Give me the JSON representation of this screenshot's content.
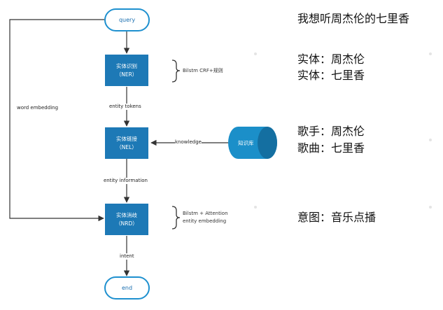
{
  "flow": {
    "start": "query",
    "end": "end",
    "ner": {
      "title": "实体识别",
      "abbr": "（NER）"
    },
    "nel": {
      "title": "实体链接",
      "abbr": "（NEL）"
    },
    "nrd": {
      "title": "实体消歧",
      "abbr": "（NRD）"
    },
    "kb": "知识库",
    "edge_entity_tokens": "entity tokens",
    "edge_entity_information": "entity information",
    "edge_intent": "intent",
    "edge_knowledge": "knowledge",
    "edge_word_embedding": "word embedding",
    "note_ner": "Bilstm CRF+规则",
    "note_nrd_1": "Bilstm + Attention",
    "note_nrd_2": "entity embedding"
  },
  "example": {
    "query": "我想听周杰伦的七里香",
    "entity_1": "实体：周杰伦",
    "entity_2": "实体：七里香",
    "singer": "歌手：周杰伦",
    "song": "歌曲：七里香",
    "intent": "意图：音乐点播"
  },
  "colors": {
    "box": "#1d79b6",
    "pill_border": "#1e90cf",
    "database": "#1b8fc9"
  }
}
